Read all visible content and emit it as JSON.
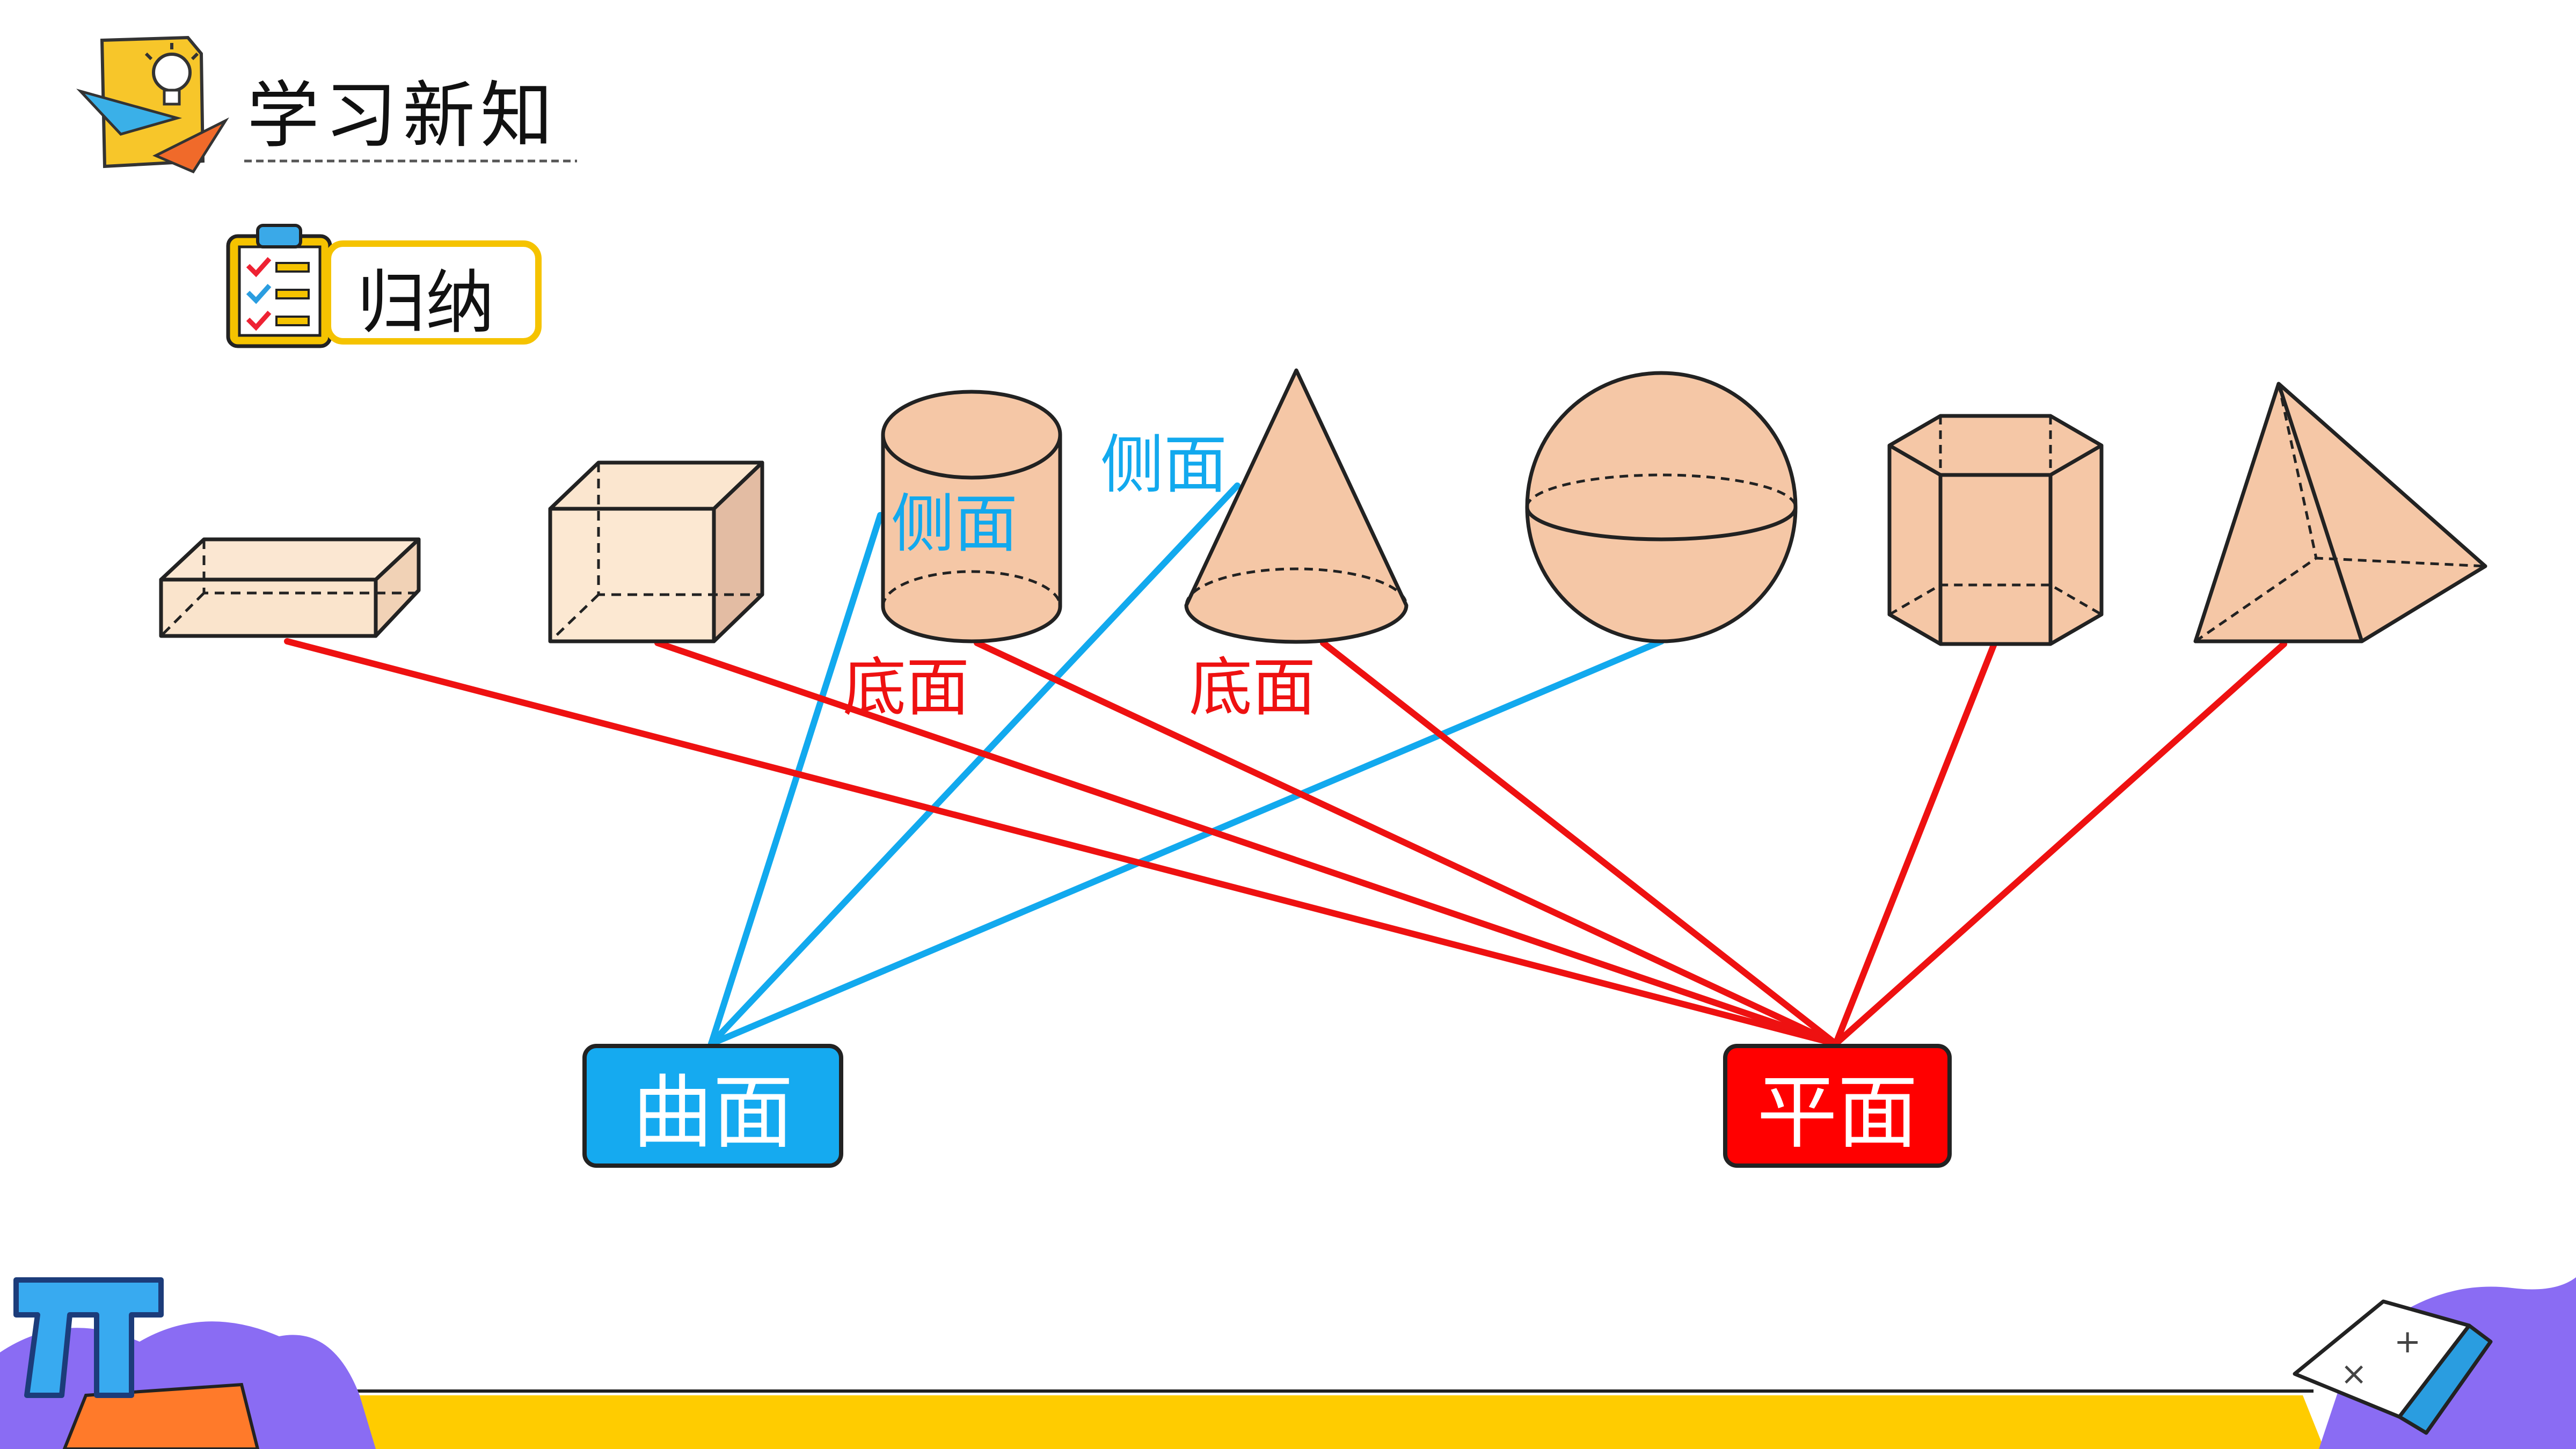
{
  "header": {
    "title": "学习新知"
  },
  "section": {
    "badge": "归纳"
  },
  "labels": {
    "cylinder_side": "侧面",
    "cylinder_base": "底面",
    "cone_side": "侧面",
    "cone_base": "底面"
  },
  "targets": {
    "curved": "曲面",
    "flat": "平面"
  },
  "colors": {
    "flat_line": "#ee1111",
    "curved_line": "#12a9ee",
    "flat_box": "#ff0000",
    "curved_box": "#15aaf0",
    "solid_fill": "#f5c7a6",
    "accent": "#ffcc00"
  },
  "icons": [
    "paper-plane-icon",
    "lightbulb-icon",
    "checklist-icon",
    "pi-symbol-icon",
    "book-icon"
  ]
}
